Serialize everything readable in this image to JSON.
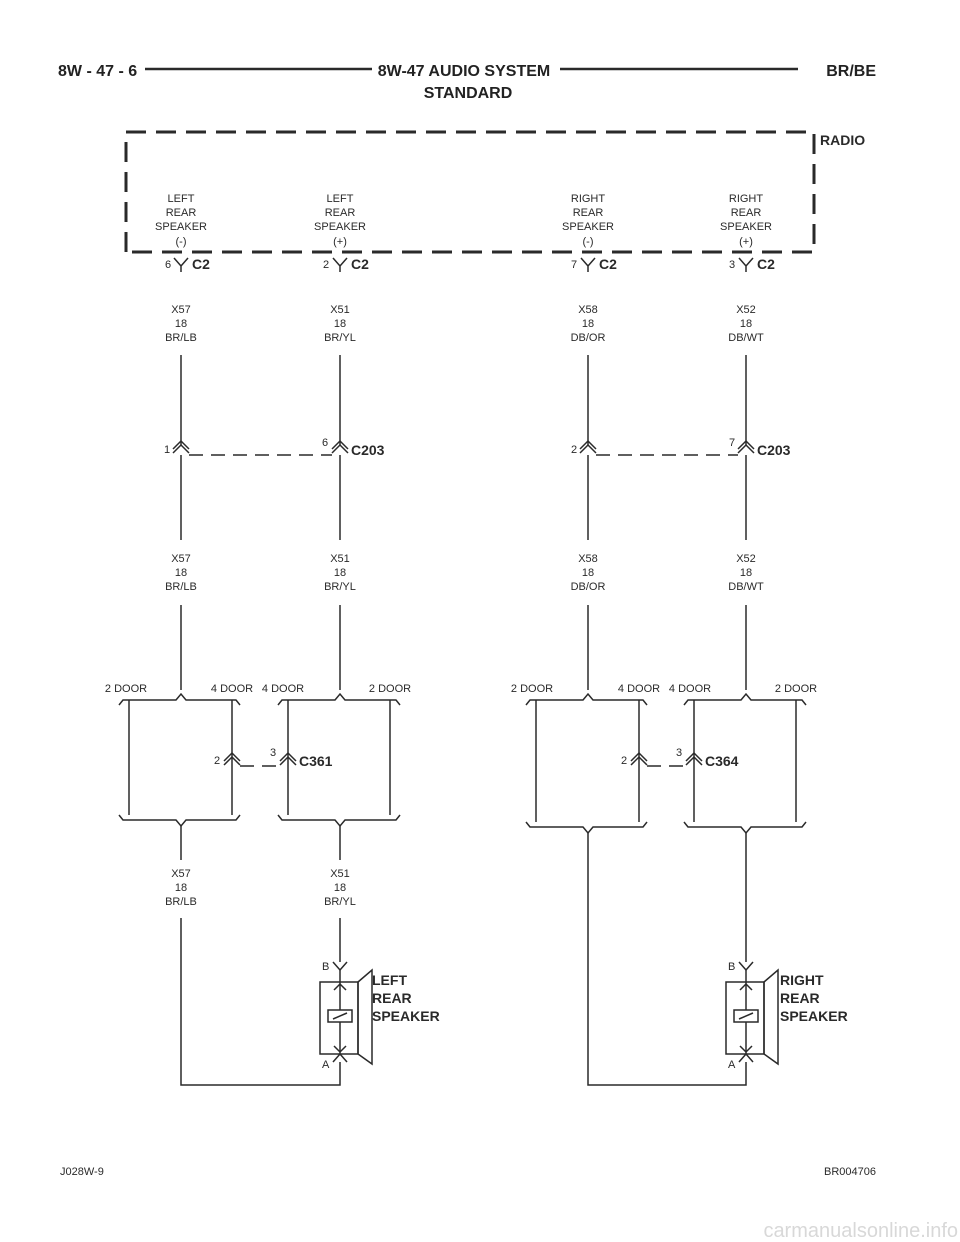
{
  "header": {
    "page_code": "8W - 47 - 6",
    "title_line1": "8W-47 AUDIO SYSTEM",
    "title_line2": "STANDARD",
    "model": "BR/BE"
  },
  "radio": {
    "label": "RADIO",
    "outputs": [
      {
        "line1": "LEFT",
        "line2": "REAR",
        "line3": "SPEAKER",
        "line4": "(-)",
        "pin": "6",
        "connector": "C2"
      },
      {
        "line1": "LEFT",
        "line2": "REAR",
        "line3": "SPEAKER",
        "line4": "(+)",
        "pin": "2",
        "connector": "C2"
      },
      {
        "line1": "RIGHT",
        "line2": "REAR",
        "line3": "SPEAKER",
        "line4": "(-)",
        "pin": "7",
        "connector": "C2"
      },
      {
        "line1": "RIGHT",
        "line2": "REAR",
        "line3": "SPEAKER",
        "line4": "(+)",
        "pin": "3",
        "connector": "C2"
      }
    ]
  },
  "wires_top": [
    {
      "circuit": "X57",
      "gauge": "18",
      "color": "BR/LB"
    },
    {
      "circuit": "X51",
      "gauge": "18",
      "color": "BR/YL"
    },
    {
      "circuit": "X58",
      "gauge": "18",
      "color": "DB/OR"
    },
    {
      "circuit": "X52",
      "gauge": "18",
      "color": "DB/WT"
    }
  ],
  "c203": [
    {
      "pin_a": "1",
      "pin_b": "6",
      "name": "C203"
    },
    {
      "pin_a": "2",
      "pin_b": "7",
      "name": "C203"
    }
  ],
  "wires_mid": [
    {
      "circuit": "X57",
      "gauge": "18",
      "color": "BR/LB"
    },
    {
      "circuit": "X51",
      "gauge": "18",
      "color": "BR/YL"
    },
    {
      "circuit": "X58",
      "gauge": "18",
      "color": "DB/OR"
    },
    {
      "circuit": "X52",
      "gauge": "18",
      "color": "DB/WT"
    }
  ],
  "door_labels": {
    "two_door": "2 DOOR",
    "four_door": "4 DOOR"
  },
  "door_connectors": [
    {
      "pin_a": "2",
      "pin_b": "3",
      "name": "C361"
    },
    {
      "pin_a": "2",
      "pin_b": "3",
      "name": "C364"
    }
  ],
  "wires_bottom": [
    {
      "circuit": "X57",
      "gauge": "18",
      "color": "BR/LB"
    },
    {
      "circuit": "X51",
      "gauge": "18",
      "color": "BR/YL"
    }
  ],
  "speakers": [
    {
      "line1": "LEFT",
      "line2": "REAR",
      "line3": "SPEAKER",
      "pin_b": "B",
      "pin_a": "A"
    },
    {
      "line1": "RIGHT",
      "line2": "REAR",
      "line3": "SPEAKER",
      "pin_b": "B",
      "pin_a": "A"
    }
  ],
  "footer": {
    "left": "J028W-9",
    "right": "BR004706",
    "watermark": "carmanualsonline.info"
  }
}
